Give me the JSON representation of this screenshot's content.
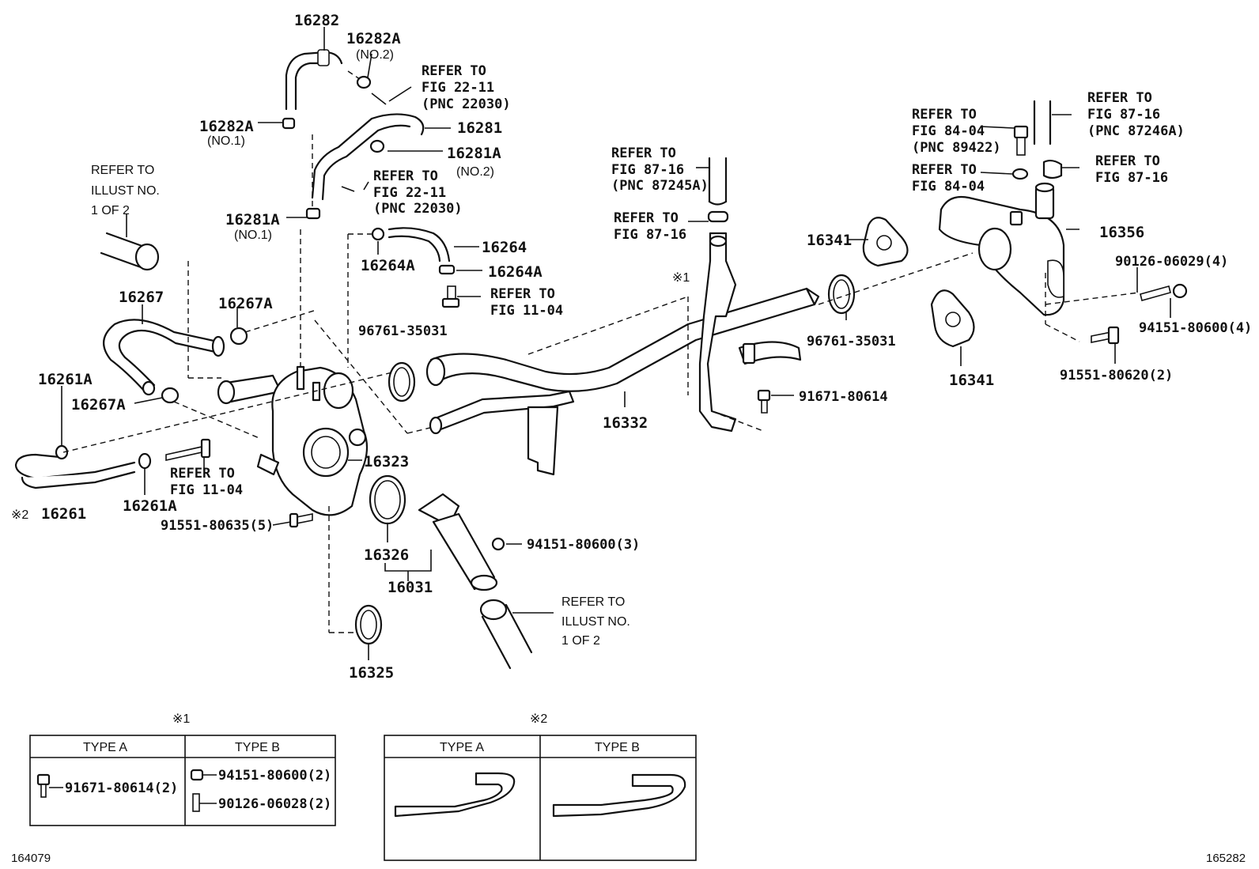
{
  "diagram": {
    "callouts": [
      {
        "id": "c1",
        "text": "16282"
      },
      {
        "id": "c2",
        "text": "16282A"
      },
      {
        "id": "c3",
        "text": "(NO.2)"
      },
      {
        "id": "c4",
        "text": "REFER TO"
      },
      {
        "id": "c5",
        "text": "FIG 22-11"
      },
      {
        "id": "c6",
        "text": "(PNC 22030)"
      },
      {
        "id": "c7",
        "text": "16282A"
      },
      {
        "id": "c8",
        "text": "(NO.1)"
      },
      {
        "id": "c9",
        "text": "16281"
      },
      {
        "id": "c10",
        "text": "16281A"
      },
      {
        "id": "c11",
        "text": "(NO.2)"
      },
      {
        "id": "c12",
        "text": "REFER TO"
      },
      {
        "id": "c13",
        "text": "FIG 22-11"
      },
      {
        "id": "c14",
        "text": "(PNC 22030)"
      },
      {
        "id": "c15",
        "text": "REFER TO"
      },
      {
        "id": "c16",
        "text": "ILLUST NO."
      },
      {
        "id": "c17",
        "text": "1 OF 2"
      },
      {
        "id": "c18",
        "text": "16281A"
      },
      {
        "id": "c19",
        "text": "(NO.1)"
      },
      {
        "id": "c20",
        "text": "16264"
      },
      {
        "id": "c21",
        "text": "16264A"
      },
      {
        "id": "c22",
        "text": "16264A"
      },
      {
        "id": "c23",
        "text": "REFER TO"
      },
      {
        "id": "c24",
        "text": "FIG 11-04"
      },
      {
        "id": "c25",
        "text": "16267"
      },
      {
        "id": "c26",
        "text": "16267A"
      },
      {
        "id": "c27",
        "text": "96761-35031"
      },
      {
        "id": "c28",
        "text": "16261A"
      },
      {
        "id": "c29",
        "text": "16267A"
      },
      {
        "id": "c30",
        "text": "16323"
      },
      {
        "id": "c31",
        "text": "REFER TO"
      },
      {
        "id": "c32",
        "text": "FIG 11-04"
      },
      {
        "id": "c33",
        "text": "※2"
      },
      {
        "id": "c34",
        "text": "16261"
      },
      {
        "id": "c35",
        "text": "16261A"
      },
      {
        "id": "c36",
        "text": "91551-80635(5)"
      },
      {
        "id": "c37",
        "text": "16326"
      },
      {
        "id": "c38",
        "text": "16031"
      },
      {
        "id": "c39",
        "text": "94151-80600(3)"
      },
      {
        "id": "c40",
        "text": "REFER TO"
      },
      {
        "id": "c41",
        "text": "ILLUST NO."
      },
      {
        "id": "c42",
        "text": "1 OF 2"
      },
      {
        "id": "c43",
        "text": "16325"
      },
      {
        "id": "c44",
        "text": "REFER TO"
      },
      {
        "id": "c45",
        "text": "FIG 87-16"
      },
      {
        "id": "c46",
        "text": "(PNC 87245A)"
      },
      {
        "id": "c47",
        "text": "REFER TO"
      },
      {
        "id": "c48",
        "text": "FIG 87-16"
      },
      {
        "id": "c49",
        "text": "※1"
      },
      {
        "id": "c50",
        "text": "16332"
      },
      {
        "id": "c51",
        "text": "96761-35031"
      },
      {
        "id": "c52",
        "text": "91671-80614"
      },
      {
        "id": "c53",
        "text": "16341"
      },
      {
        "id": "c54",
        "text": "16341"
      },
      {
        "id": "c55",
        "text": "16356"
      },
      {
        "id": "c56",
        "text": "REFER TO"
      },
      {
        "id": "c57",
        "text": "FIG 84-04"
      },
      {
        "id": "c58",
        "text": "(PNC 89422)"
      },
      {
        "id": "c59",
        "text": "REFER TO"
      },
      {
        "id": "c60",
        "text": "FIG 84-04"
      },
      {
        "id": "c61",
        "text": "REFER TO"
      },
      {
        "id": "c62",
        "text": "FIG 87-16"
      },
      {
        "id": "c63",
        "text": "(PNC 87246A)"
      },
      {
        "id": "c64",
        "text": "REFER TO"
      },
      {
        "id": "c65",
        "text": "FIG 87-16"
      },
      {
        "id": "c66",
        "text": "90126-06029(4)"
      },
      {
        "id": "c67",
        "text": "94151-80600(4)"
      },
      {
        "id": "c68",
        "text": "91551-80620(2)"
      }
    ],
    "table1": {
      "mark": "※1",
      "header_a": "TYPE A",
      "header_b": "TYPE B",
      "a_part": "91671-80614(2)",
      "b_part1": "94151-80600(2)",
      "b_part2": "90126-06028(2)"
    },
    "table2": {
      "mark": "※2",
      "header_a": "TYPE A",
      "header_b": "TYPE B"
    },
    "footer": {
      "left_code": "164079",
      "right_code": "165282"
    }
  }
}
